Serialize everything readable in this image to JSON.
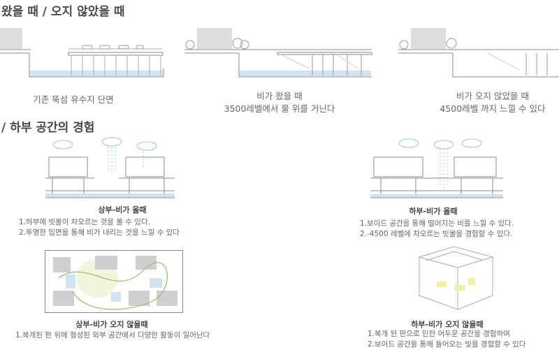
{
  "section1": {
    "title": "왔을 때 / 오지 않았을 때",
    "captions": [
      {
        "line1": "기존 뚝섬 유수지 단면"
      },
      {
        "line1": "비가 왔을 때",
        "line2": "3500레벨에서 물 위를 거닌다"
      },
      {
        "line1": "비가 오지 않았을 때",
        "line2": "4500레벨 까지 느낄 수 있다"
      }
    ]
  },
  "section2": {
    "title": "/ 하부 공간의 경험",
    "panels": [
      {
        "title": "상부-비가 올때",
        "lines": [
          "1.하부에 빗물이 차오르는 것을 볼 수 있다.",
          "2.투명한 입면을 통해 비가 내리는 것을 느낄 수 있다"
        ]
      },
      {
        "title": "하부-비가 올때",
        "lines": [
          "1.보이드 공간을 통해 떨어지는 비를 느낄 수 있다.",
          "2.-4500 레벨에 차오르는 빗물을 경험할 수 있다."
        ]
      },
      {
        "title": "상부-비가 오지 않을때",
        "lines": [
          "1.복개된 판 위에 형성된 외부 공간에서 다양한 활동이 일어난다"
        ]
      },
      {
        "title": "하부-비가 오지 않을때",
        "lines": [
          "1.복개 된 판으로 인한 어두운 공간을 경험하며",
          "2.보이드 공간을 통해 들어오는 빛을 경험할 수 있다"
        ]
      }
    ]
  },
  "colors": {
    "water": "#cfe3f0",
    "line": "#888888",
    "block": "#dddddd",
    "green": "#8fbf6a",
    "yellow": "#f2f0a8"
  }
}
